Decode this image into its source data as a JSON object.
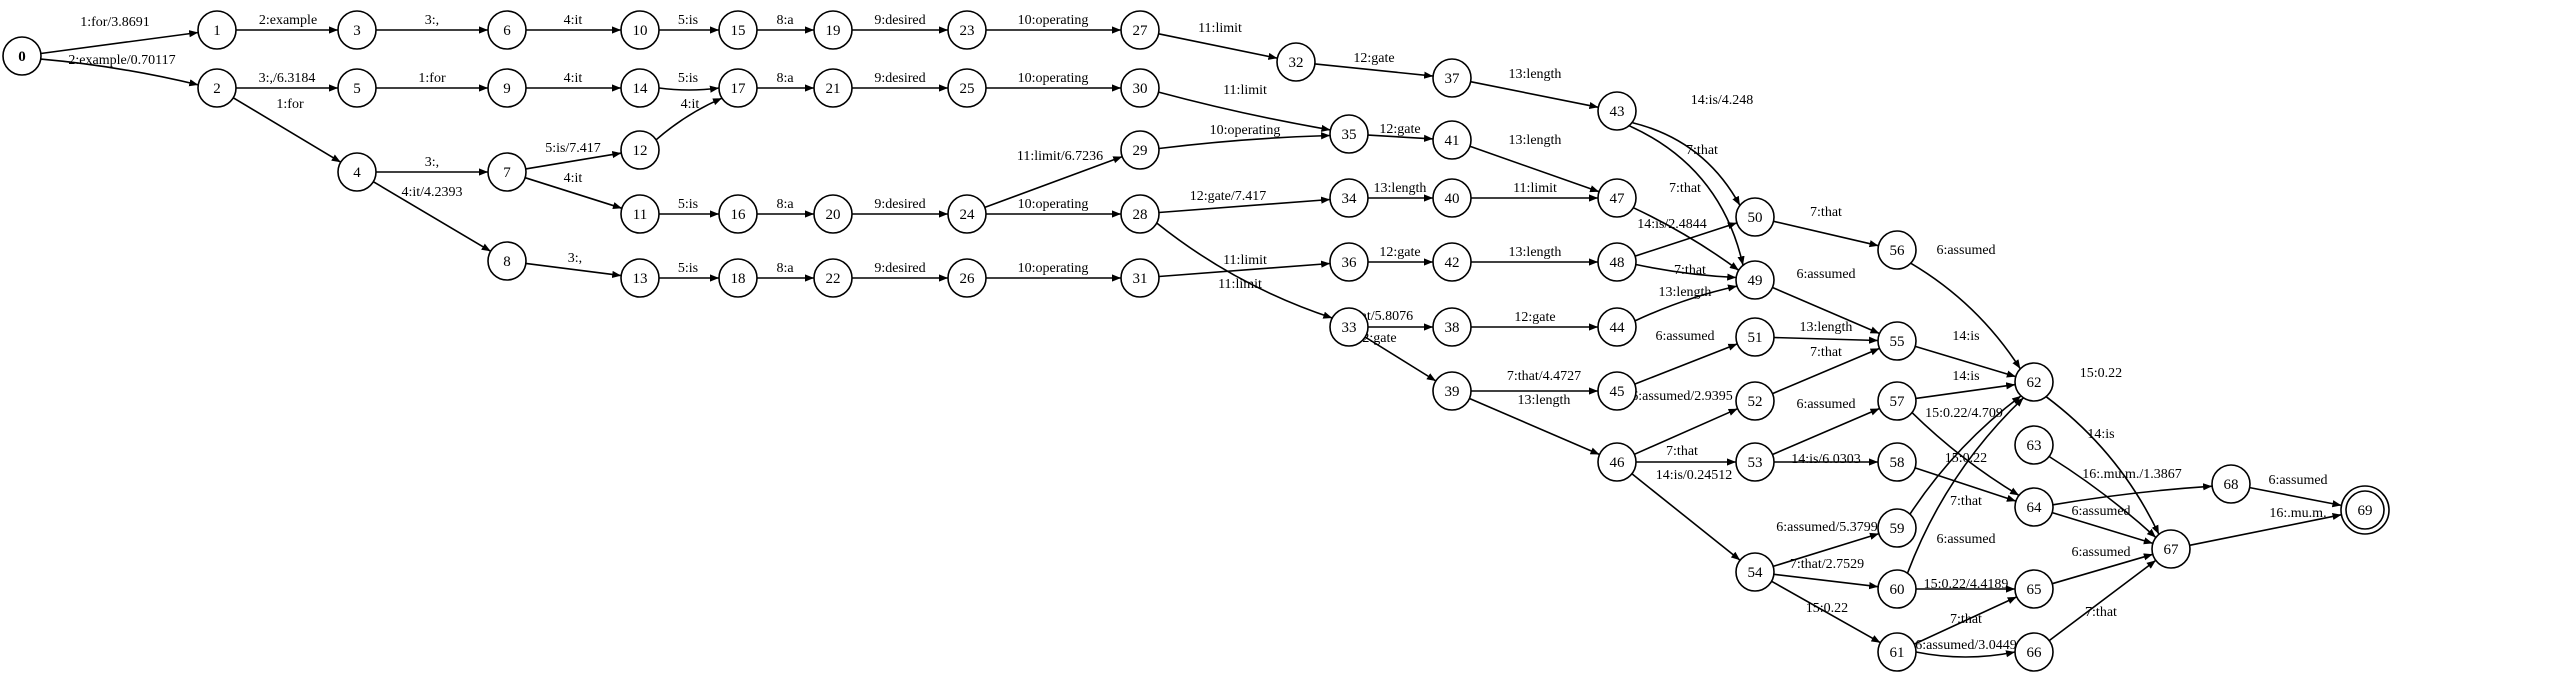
{
  "nodes": [
    "0",
    "1",
    "2",
    "3",
    "4",
    "5",
    "6",
    "7",
    "8",
    "9",
    "10",
    "11",
    "12",
    "13",
    "14",
    "15",
    "16",
    "17",
    "18",
    "19",
    "20",
    "21",
    "22",
    "23",
    "24",
    "25",
    "26",
    "27",
    "28",
    "29",
    "30",
    "31",
    "32",
    "33",
    "34",
    "35",
    "36",
    "37",
    "38",
    "39",
    "40",
    "41",
    "42",
    "43",
    "44",
    "45",
    "46",
    "47",
    "48",
    "49",
    "50",
    "51",
    "52",
    "53",
    "54",
    "55",
    "56",
    "57",
    "58",
    "59",
    "60",
    "61",
    "62",
    "63",
    "64",
    "65",
    "66",
    "67",
    "68",
    "69"
  ],
  "start_node": "0",
  "final_node": "69",
  "edges": [
    {
      "from": "0",
      "to": "1",
      "label": "1:for/3.8691"
    },
    {
      "from": "0",
      "to": "2",
      "label": "2:example/0.70117"
    },
    {
      "from": "1",
      "to": "3",
      "label": "2:example"
    },
    {
      "from": "3",
      "to": "6",
      "label": "3:,"
    },
    {
      "from": "6",
      "to": "10",
      "label": "4:it"
    },
    {
      "from": "10",
      "to": "15",
      "label": "5:is"
    },
    {
      "from": "15",
      "to": "19",
      "label": "8:a"
    },
    {
      "from": "19",
      "to": "23",
      "label": "9:desired"
    },
    {
      "from": "23",
      "to": "27",
      "label": "10:operating"
    },
    {
      "from": "27",
      "to": "32",
      "label": "11:limit"
    },
    {
      "from": "32",
      "to": "37",
      "label": "12:gate"
    },
    {
      "from": "37",
      "to": "43",
      "label": "13:length"
    },
    {
      "from": "43",
      "to": "50",
      "label": "14:is/4.248"
    },
    {
      "from": "43",
      "to": "49",
      "label": "7:that"
    },
    {
      "from": "2",
      "to": "5",
      "label": "3:,/6.3184"
    },
    {
      "from": "5",
      "to": "9",
      "label": "1:for"
    },
    {
      "from": "9",
      "to": "14",
      "label": "4:it"
    },
    {
      "from": "14",
      "to": "17",
      "label": "5:is"
    },
    {
      "from": "17",
      "to": "21",
      "label": "8:a"
    },
    {
      "from": "21",
      "to": "25",
      "label": "9:desired"
    },
    {
      "from": "25",
      "to": "30",
      "label": "10:operating"
    },
    {
      "from": "30",
      "to": "35",
      "label": "11:limit"
    },
    {
      "from": "35",
      "to": "41",
      "label": "12:gate"
    },
    {
      "from": "41",
      "to": "47",
      "label": "13:length"
    },
    {
      "from": "2",
      "to": "4",
      "label": "1:for"
    },
    {
      "from": "4",
      "to": "7",
      "label": "3:,"
    },
    {
      "from": "4",
      "to": "8",
      "label": "4:it/4.2393"
    },
    {
      "from": "7",
      "to": "12",
      "label": "5:is/7.417"
    },
    {
      "from": "12",
      "to": "17",
      "label": "4:it"
    },
    {
      "from": "7",
      "to": "11",
      "label": "4:it"
    },
    {
      "from": "11",
      "to": "16",
      "label": "5:is"
    },
    {
      "from": "16",
      "to": "20",
      "label": "8:a"
    },
    {
      "from": "20",
      "to": "24",
      "label": "9:desired"
    },
    {
      "from": "24",
      "to": "29",
      "label": "11:limit/6.7236"
    },
    {
      "from": "24",
      "to": "28",
      "label": "10:operating"
    },
    {
      "from": "29",
      "to": "35",
      "label": "10:operating"
    },
    {
      "from": "28",
      "to": "34",
      "label": "12:gate/7.417"
    },
    {
      "from": "28",
      "to": "33",
      "label": "11:limit"
    },
    {
      "from": "34",
      "to": "40",
      "label": "13:length"
    },
    {
      "from": "40",
      "to": "47",
      "label": "11:limit"
    },
    {
      "from": "47",
      "to": "49",
      "label": "7:that"
    },
    {
      "from": "8",
      "to": "13",
      "label": "3:,"
    },
    {
      "from": "13",
      "to": "18",
      "label": "5:is"
    },
    {
      "from": "18",
      "to": "22",
      "label": "8:a"
    },
    {
      "from": "22",
      "to": "26",
      "label": "9:desired"
    },
    {
      "from": "26",
      "to": "31",
      "label": "10:operating"
    },
    {
      "from": "31",
      "to": "36",
      "label": "11:limit"
    },
    {
      "from": "36",
      "to": "42",
      "label": "12:gate"
    },
    {
      "from": "42",
      "to": "48",
      "label": "13:length"
    },
    {
      "from": "48",
      "to": "50",
      "label": "14:is/2.4844"
    },
    {
      "from": "48",
      "to": "49",
      "label": "7:that"
    },
    {
      "from": "33",
      "to": "38",
      "label": "7:that/5.8076"
    },
    {
      "from": "33",
      "to": "39",
      "label": "12:gate"
    },
    {
      "from": "38",
      "to": "44",
      "label": "12:gate"
    },
    {
      "from": "44",
      "to": "49",
      "label": "13:length"
    },
    {
      "from": "50",
      "to": "56",
      "label": "7:that"
    },
    {
      "from": "49",
      "to": "55",
      "label": "6:assumed"
    },
    {
      "from": "56",
      "to": "62",
      "label": "6:assumed"
    },
    {
      "from": "39",
      "to": "45",
      "label": "7:that/4.4727"
    },
    {
      "from": "39",
      "to": "46",
      "label": "13:length"
    },
    {
      "from": "45",
      "to": "51",
      "label": "6:assumed"
    },
    {
      "from": "51",
      "to": "55",
      "label": "13:length"
    },
    {
      "from": "52",
      "to": "55",
      "label": "7:that"
    },
    {
      "from": "55",
      "to": "62",
      "label": "14:is"
    },
    {
      "from": "46",
      "to": "52",
      "label": "6:assumed/2.9395"
    },
    {
      "from": "46",
      "to": "53",
      "label": "7:that"
    },
    {
      "from": "46",
      "to": "54",
      "label": "14:is/0.24512"
    },
    {
      "from": "53",
      "to": "57",
      "label": "6:assumed"
    },
    {
      "from": "53",
      "to": "58",
      "label": "14:is/6.0303"
    },
    {
      "from": "57",
      "to": "62",
      "label": "14:is"
    },
    {
      "from": "57",
      "to": "64",
      "label": "15:0.22/4.709"
    },
    {
      "from": "58",
      "to": "64",
      "label": "15:0.22"
    },
    {
      "from": "54",
      "to": "59",
      "label": "6:assumed/5.3799"
    },
    {
      "from": "54",
      "to": "60",
      "label": "7:that/2.7529"
    },
    {
      "from": "54",
      "to": "61",
      "label": "15:0.22"
    },
    {
      "from": "59",
      "to": "62",
      "label": "7:that"
    },
    {
      "from": "60",
      "to": "62",
      "label": "6:assumed"
    },
    {
      "from": "60",
      "to": "65",
      "label": "15:0.22/4.4189"
    },
    {
      "from": "61",
      "to": "65",
      "label": "7:that"
    },
    {
      "from": "61",
      "to": "66",
      "label": "6:assumed/3.0449"
    },
    {
      "from": "62",
      "to": "67",
      "label": "15:0.22"
    },
    {
      "from": "63",
      "to": "67",
      "label": "14:is"
    },
    {
      "from": "64",
      "to": "68",
      "label": "16:.mu.m./1.3867"
    },
    {
      "from": "64",
      "to": "67",
      "label": "6:assumed"
    },
    {
      "from": "65",
      "to": "67",
      "label": "6:assumed"
    },
    {
      "from": "66",
      "to": "67",
      "label": "7:that"
    },
    {
      "from": "68",
      "to": "69",
      "label": "6:assumed"
    },
    {
      "from": "67",
      "to": "69",
      "label": "16:.mu.m."
    }
  ]
}
